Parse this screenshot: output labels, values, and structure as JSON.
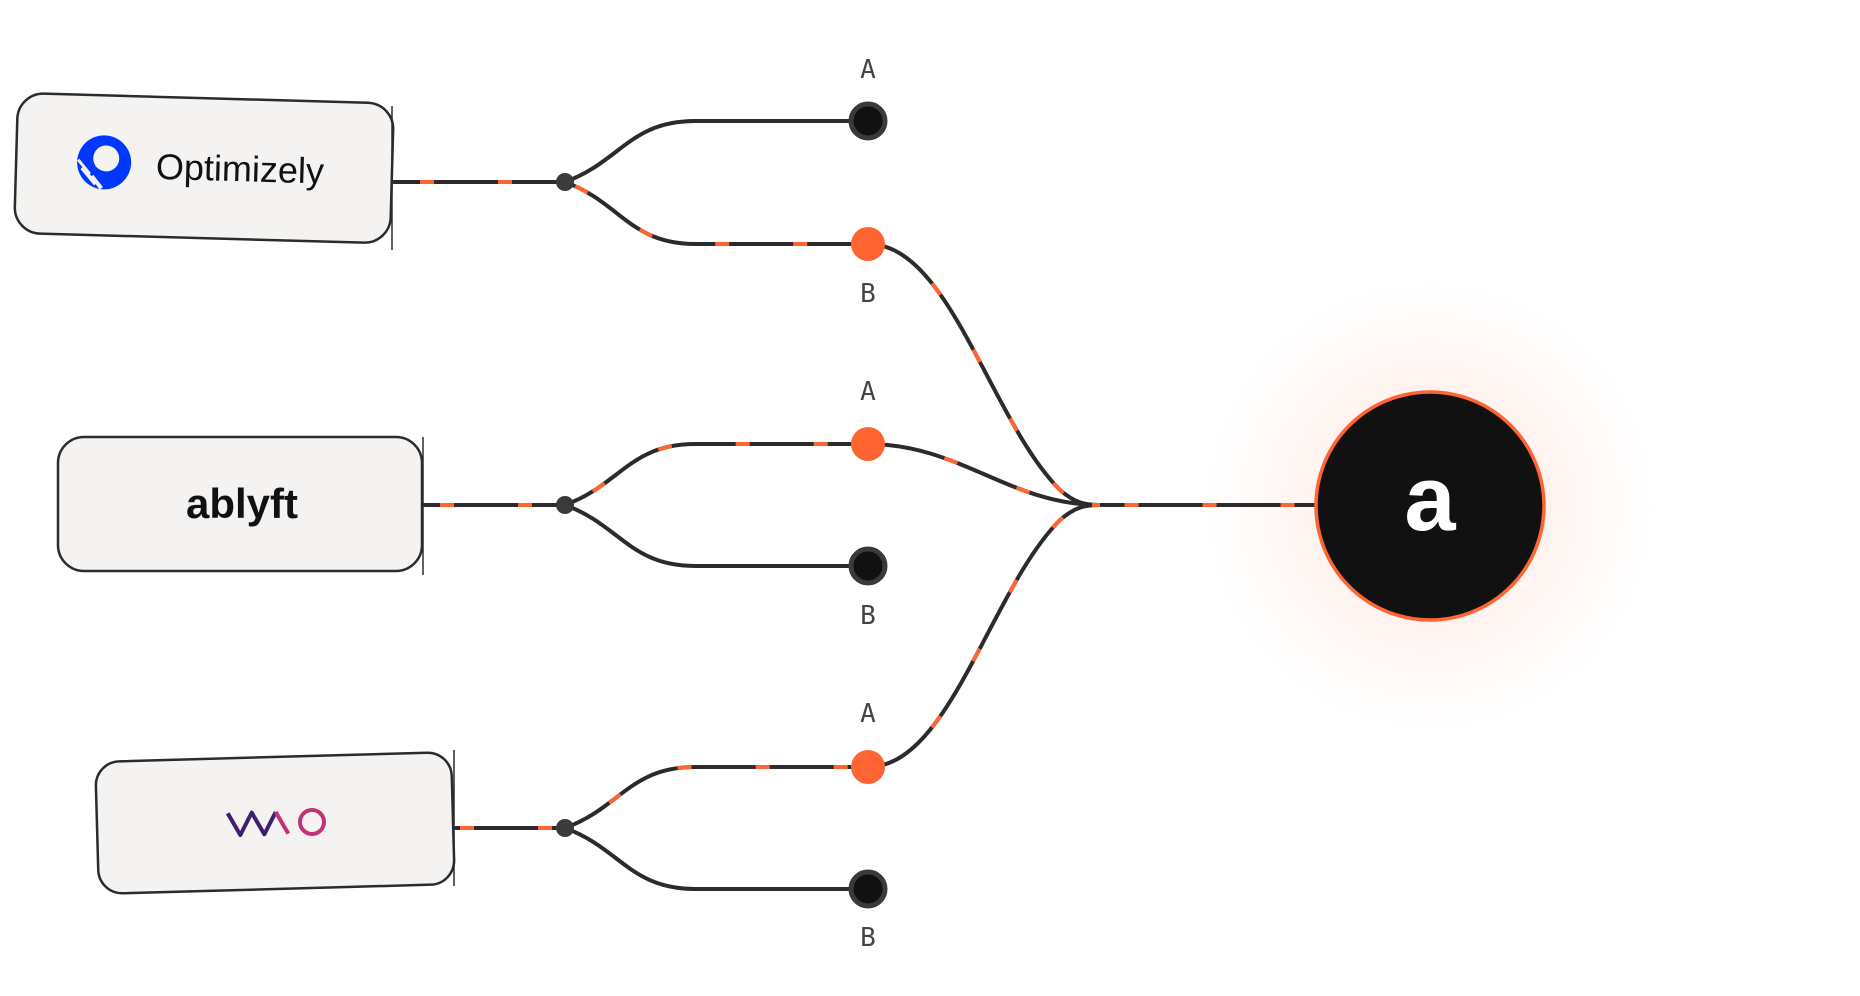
{
  "colors": {
    "accent": "#ff6533",
    "line": "#2b2b2b",
    "node_dark": "#111111",
    "card_fill": "#f4f3f1",
    "optimizely_blue": "#0037ff",
    "vwo_purple": "#7a2a8a"
  },
  "tools": [
    {
      "name": "Optimizely",
      "logo_text": "Optimizely",
      "icon": "optimizely-logo-icon"
    },
    {
      "name": "ablyft",
      "logo_text": "ablyft",
      "icon": ""
    },
    {
      "name": "VWO",
      "logo_text": "VWO",
      "icon": "vwo-logo-icon"
    }
  ],
  "variants": [
    {
      "tool": "Optimizely",
      "A": "A",
      "B": "B",
      "selected": "B"
    },
    {
      "tool": "ablyft",
      "A": "A",
      "B": "B",
      "selected": "A"
    },
    {
      "tool": "VWO",
      "A": "A",
      "B": "B",
      "selected": "A"
    }
  ],
  "hub": {
    "letter": "a",
    "icon": "ablyft-hub-icon"
  }
}
